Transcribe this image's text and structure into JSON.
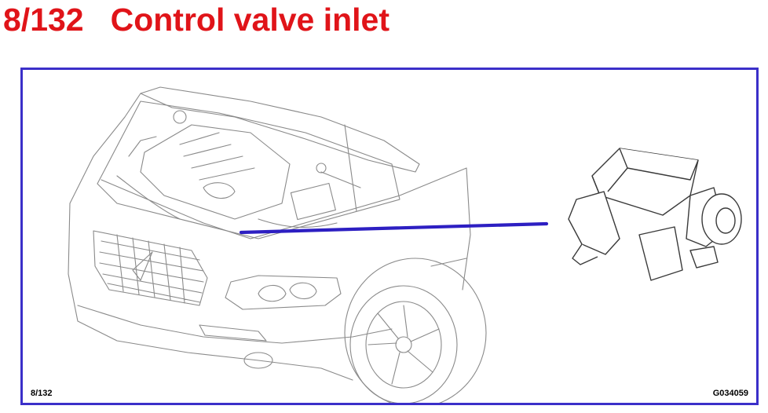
{
  "header": {
    "number": "8/132",
    "title": "Control valve inlet"
  },
  "figure": {
    "page_ref": "8/132",
    "figure_code": "G034059",
    "subject": "car-engine-bay",
    "component": "control-valve"
  },
  "colors": {
    "title": "#e01419",
    "frame": "#3b2fc9",
    "leader_line": "#2d1fc2",
    "drawing": "#8a8a8a",
    "component": "#3a3a3a"
  }
}
